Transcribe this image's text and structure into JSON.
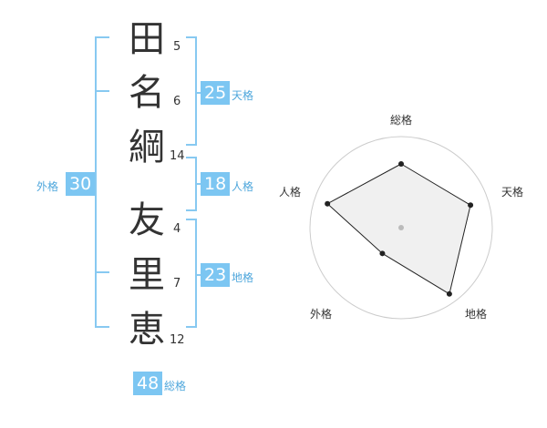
{
  "name": {
    "chars": [
      {
        "char": "田",
        "strokes": "5"
      },
      {
        "char": "名",
        "strokes": "6"
      },
      {
        "char": "綱",
        "strokes": "14"
      },
      {
        "char": "友",
        "strokes": "4"
      },
      {
        "char": "里",
        "strokes": "7"
      },
      {
        "char": "恵",
        "strokes": "12"
      }
    ]
  },
  "kaku": {
    "tenkaku": {
      "value": "25",
      "label": "天格"
    },
    "jinkaku": {
      "value": "18",
      "label": "人格"
    },
    "chikaku": {
      "value": "23",
      "label": "地格"
    },
    "gaikaku": {
      "value": "30",
      "label": "外格"
    },
    "soukaku": {
      "value": "48",
      "label": "総格"
    }
  },
  "radar": {
    "axes": [
      "総格",
      "天格",
      "地格",
      "外格",
      "人格"
    ],
    "values": [
      0.7,
      0.8,
      0.9,
      0.35,
      0.85
    ],
    "colors": {
      "fill": "#eeeeee",
      "line": "#222222",
      "ring": "#cccccc",
      "center": "#bbbbbb"
    }
  }
}
